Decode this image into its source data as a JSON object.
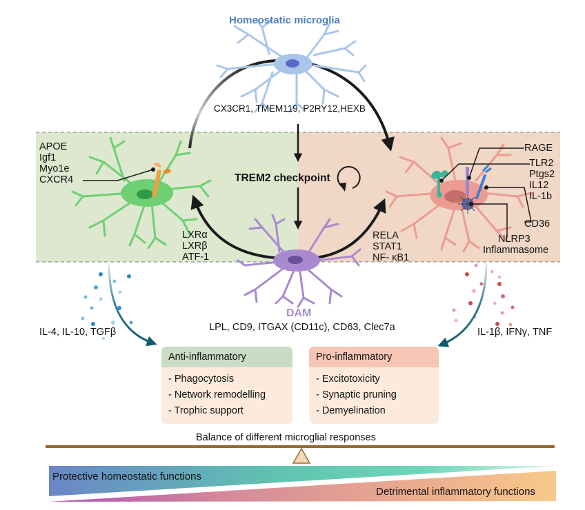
{
  "homeostatic": {
    "title": "Homeostatic microglia",
    "markers": "CX3CR1, TMEM119, P2RY12,HEXB"
  },
  "checkpoint": {
    "label": "TREM2 checkpoint"
  },
  "anti_cell": {
    "markers": [
      "APOE",
      "Igf1",
      "Myo1e",
      "CXCR4"
    ],
    "factors": [
      "LXRα",
      "LXRβ",
      "ATF-1"
    ],
    "cytokines": "IL-4,  IL-10, TGFβ"
  },
  "pro_cell": {
    "markers": [
      "RAGE",
      "TLR2",
      "Ptgs2",
      "IL12",
      "IL-1b"
    ],
    "cd36": "CD36",
    "nlrp3": [
      "NLRP3",
      "Inflammasome"
    ],
    "factors": [
      "RELA",
      "STAT1",
      "NF- κB1"
    ],
    "cytokines": "IL-1β,  IFNγ, TNF"
  },
  "dam": {
    "title": "DAM",
    "markers": "LPL, CD9, ITGAX (CD11c), CD63, Clec7a"
  },
  "anti_box": {
    "title": "Anti-inflammatory",
    "items": [
      "- Phagocytosis",
      "- Network remodelling",
      "- Trophic support"
    ]
  },
  "pro_box": {
    "title": "Pro-inflammatory",
    "items": [
      "- Excitotoxicity",
      "- Synaptic pruning",
      "- Demyelination"
    ]
  },
  "balance": {
    "label": "Balance of different microglial responses",
    "protective": "Protective homeostatic functions",
    "detrimental": "Detrimental inflammatory functions"
  },
  "colors": {
    "homeostatic_cell": "#a9c6ea",
    "anti_cell": "#6fcf73",
    "pro_cell": "#ec9b92",
    "dam_cell": "#a98ad0",
    "green_panel": "#dde8cf",
    "pink_panel": "#f1d7c6",
    "anti_header": "#c9dcc4",
    "pro_header": "#f7c6b5",
    "box_body": "#fcebdc",
    "balance_beam": "#9a6b2e",
    "arrow_dark": "#1a1a1a",
    "arrow_teal": "#0f5a6e"
  }
}
